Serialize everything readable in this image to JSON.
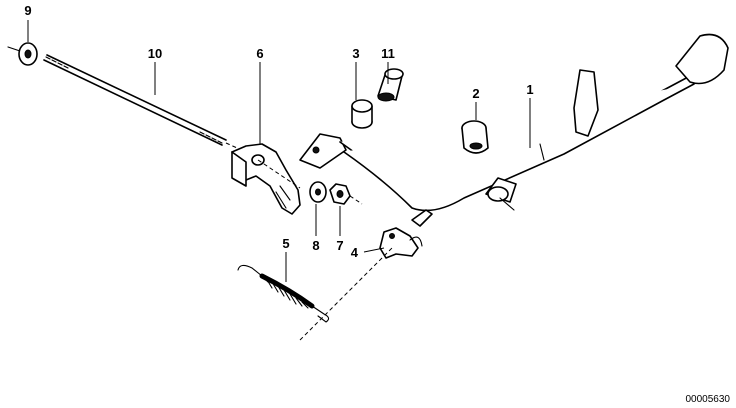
{
  "diagram": {
    "callouts": [
      {
        "key": "c1",
        "label": "1"
      },
      {
        "key": "c2",
        "label": "2"
      },
      {
        "key": "c3",
        "label": "3"
      },
      {
        "key": "c4",
        "label": "4"
      },
      {
        "key": "c5",
        "label": "5"
      },
      {
        "key": "c6",
        "label": "6"
      },
      {
        "key": "c7",
        "label": "7"
      },
      {
        "key": "c8",
        "label": "8"
      },
      {
        "key": "c9",
        "label": "9"
      },
      {
        "key": "c10",
        "label": "10"
      },
      {
        "key": "c11",
        "label": "11"
      }
    ],
    "part_number": "00005630"
  }
}
